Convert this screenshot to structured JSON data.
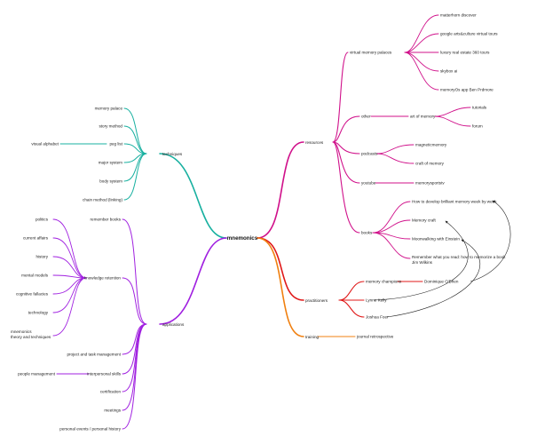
{
  "root": {
    "label": "mnemonics"
  },
  "colors": {
    "techniques": "#18b0a0",
    "applications": "#a020e0",
    "resources": "#d0108a",
    "practitioners": "#e01818",
    "training": "#f08010",
    "cross_links": "#222222"
  },
  "techniques": {
    "label": "techniques",
    "children": [
      "memory palace",
      "story method",
      "peg list",
      "major system",
      "body system",
      "chain method (linking)"
    ],
    "peg_list_child": "visual alphabet"
  },
  "applications": {
    "label": "applications",
    "remember_books": "remember books",
    "knowledge_retention": {
      "label": "knowledge retention",
      "children": [
        "politics",
        "current affairs",
        "history",
        "mental models",
        "cognitive fallacies",
        "technology"
      ],
      "last_child_lines": [
        "mnemonics",
        "theory and techniques"
      ]
    },
    "project_management": "project and task management",
    "interpersonal_skills": "interpersonal skills",
    "people_management": "people management",
    "certification": "certification",
    "meetings": "meetings",
    "personal_events": "personal events / personal history"
  },
  "resources": {
    "label": "resources",
    "virtual_memory_palaces": {
      "label": "virtual memory palaces",
      "children": [
        "matterhorn discover",
        "google arts&culture virtual tours",
        "luxury real estate 360 tours",
        "skybox ai",
        "memoryOs app Ben Prdmore"
      ]
    },
    "other": {
      "label": "other",
      "art_of_memory": "art of memory",
      "art_children": [
        "tutorials",
        "forum"
      ]
    },
    "podcasts": {
      "label": "podcasts",
      "children": [
        "magneticmemory",
        "craft of memory"
      ]
    },
    "youtube": {
      "label": "youtube",
      "children": [
        "memorysportstv"
      ]
    },
    "books": {
      "label": "books",
      "children": [
        "How to develop brilliant memory week by week",
        "Memory craft",
        "Moonwalking with Einstein"
      ],
      "last_child_lines": [
        "Remember what you read: how to memorize a book",
        "Jim Wilkins"
      ]
    }
  },
  "practitioners": {
    "label": "practitioners",
    "memory_champions": "memory champions",
    "champion_child": "Dominique O'Brien",
    "lynne_kelly": "Lynne Kelly",
    "joshua_foer": "Joshua Foer"
  },
  "training": {
    "label": "training",
    "children": [
      "journal retrospective"
    ]
  }
}
